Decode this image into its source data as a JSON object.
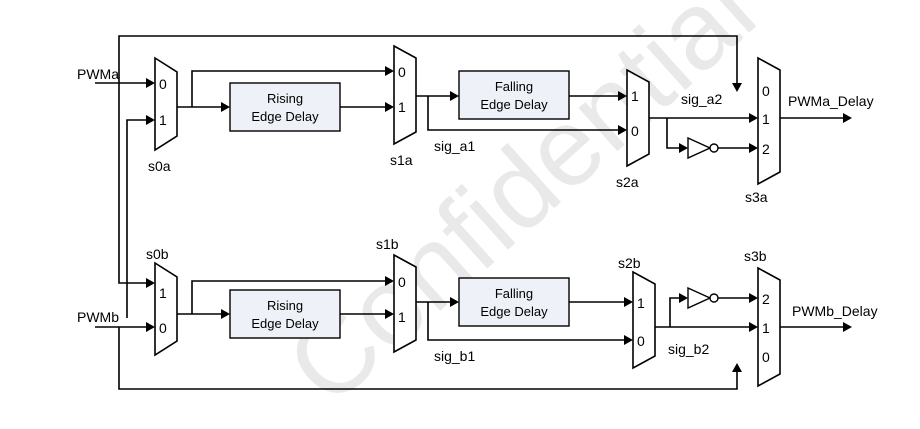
{
  "watermark": "Confidential",
  "signals": {
    "pwma": "PWMa",
    "pwmb": "PWMb",
    "pwma_delay": "PWMa_Delay",
    "pwmb_delay": "PWMb_Delay",
    "sig_a1": "sig_a1",
    "sig_a2": "sig_a2",
    "sig_b1": "sig_b1",
    "sig_b2": "sig_b2"
  },
  "blocks": {
    "rising_a": [
      "Rising",
      "Edge Delay"
    ],
    "falling_a": [
      "Falling",
      "Edge Delay"
    ],
    "rising_b": [
      "Rising",
      "Edge Delay"
    ],
    "falling_b": [
      "Falling",
      "Edge Delay"
    ]
  },
  "muxes": {
    "s0a": {
      "name": "s0a",
      "inputs": [
        "0",
        "1"
      ]
    },
    "s1a": {
      "name": "s1a",
      "inputs": [
        "0",
        "1"
      ]
    },
    "s2a": {
      "name": "s2a",
      "inputs": [
        "1",
        "0"
      ]
    },
    "s3a": {
      "name": "s3a",
      "inputs": [
        "0",
        "1",
        "2"
      ]
    },
    "s0b": {
      "name": "s0b",
      "inputs": [
        "1",
        "0"
      ]
    },
    "s1b": {
      "name": "s1b",
      "inputs": [
        "0",
        "1"
      ]
    },
    "s2b": {
      "name": "s2b",
      "inputs": [
        "1",
        "0"
      ]
    },
    "s3b": {
      "name": "s3b",
      "inputs": [
        "2",
        "1",
        "0"
      ]
    }
  }
}
